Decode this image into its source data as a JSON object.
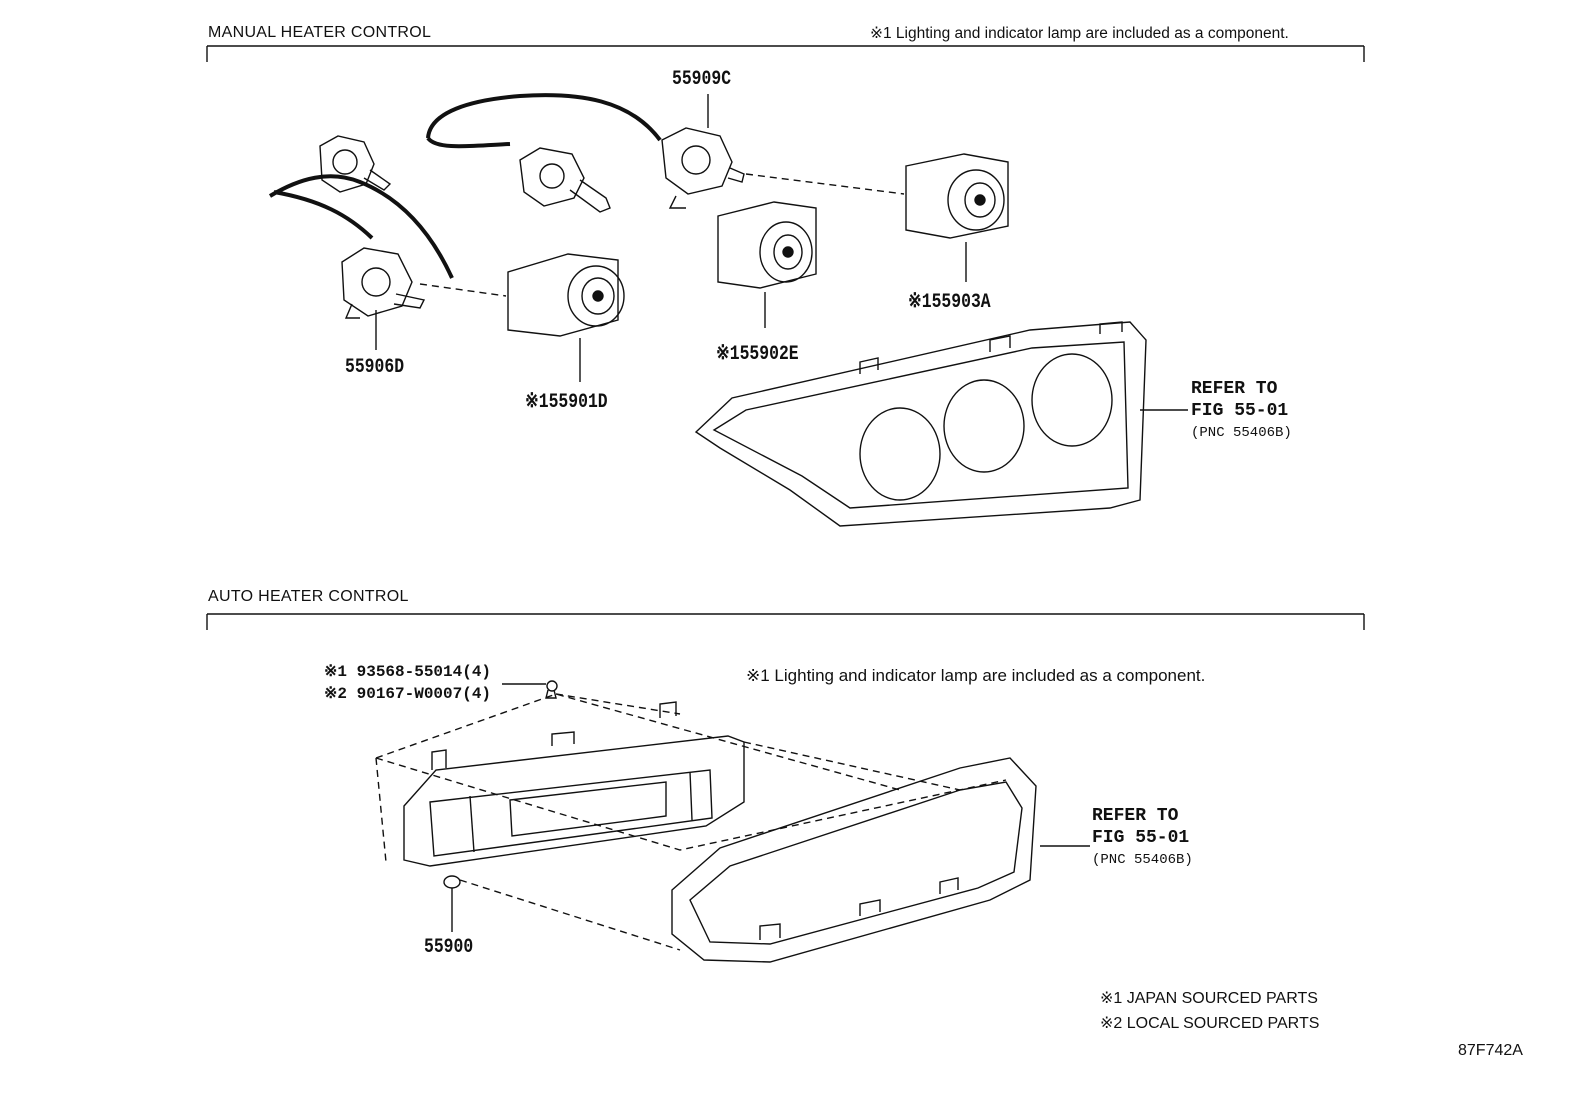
{
  "manual_section": {
    "header": "MANUAL HEATER CONTROL",
    "note": "※1 Lighting and indicator lamp are included as a component.",
    "parts": {
      "p55909C": "55909C",
      "p55906D": "55906D",
      "p55901D": "※155901D",
      "p55902E": "※155902E",
      "p55903A": "※155903A"
    },
    "refer": {
      "line1": "REFER TO",
      "line2": "FIG 55-01",
      "line3": "(PNC 55406B)"
    }
  },
  "auto_section": {
    "header": "AUTO HEATER CONTROL",
    "note": "※1 Lighting and indicator lamp are included as a component.",
    "fasteners": {
      "line1": "※1 93568-55014(4)",
      "line2": "※2 90167-W0007(4)"
    },
    "parts": {
      "p55900": "55900"
    },
    "refer": {
      "line1": "REFER TO",
      "line2": "FIG 55-01",
      "line3": "(PNC 55406B)"
    }
  },
  "legend": {
    "japan": "※1 JAPAN SOURCED PARTS",
    "local": "※2 LOCAL SOURCED PARTS"
  },
  "figure_code": "87F742A"
}
